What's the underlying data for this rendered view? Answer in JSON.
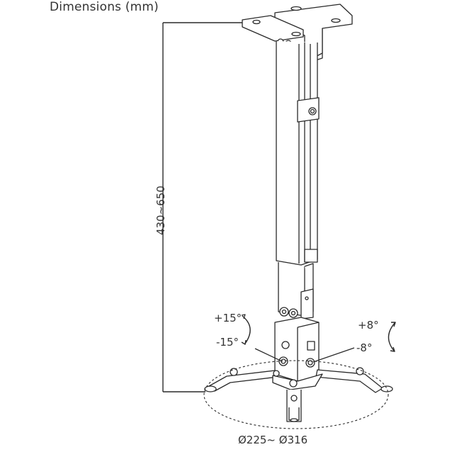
{
  "title": "Dimensions (mm)",
  "dimensions": {
    "height_range": "430~650",
    "plate_diameter_range": "Ø225~ Ø316"
  },
  "angles": {
    "tilt_up": "+15°",
    "tilt_down": "-15°",
    "swivel_plus": "+8°",
    "swivel_minus": "-8°"
  },
  "colors": {
    "line": "#2a2a2a",
    "background": "#ffffff"
  }
}
